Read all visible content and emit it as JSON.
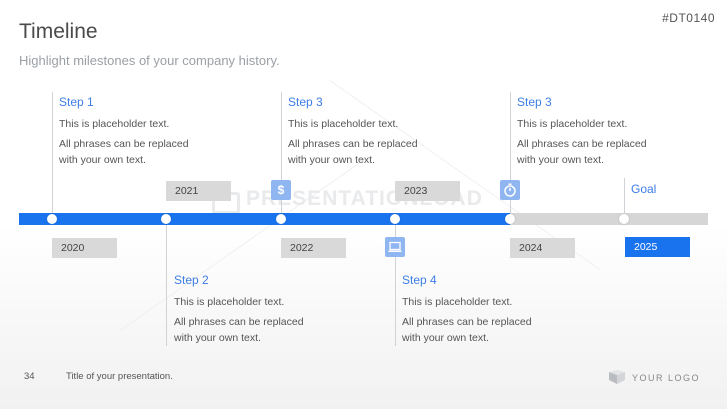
{
  "header": {
    "title": "Timeline",
    "subtitle": "Highlight milestones of your company history.",
    "code": "#DT0140"
  },
  "watermark": "PRESENTATIONLOAD",
  "steps_top": [
    {
      "title": "Step 1",
      "line1": "This is placeholder text.",
      "line2": "All phrases can be replaced with your own text."
    },
    {
      "title": "Step 3",
      "line1": "This is placeholder text.",
      "line2": "All phrases can be replaced with your own text."
    },
    {
      "title": "Step 3",
      "line1": "This is placeholder text.",
      "line2": "All phrases can be replaced with your own text."
    }
  ],
  "steps_bottom": [
    {
      "title": "Step 2",
      "line1": "This is placeholder text.",
      "line2": "All phrases can be replaced with your own text."
    },
    {
      "title": "Step 4",
      "line1": "This is placeholder text.",
      "line2": "All phrases can be replaced with your own text."
    }
  ],
  "goal_label": "Goal",
  "years": [
    "2020",
    "2021",
    "2022",
    "2023",
    "2024",
    "2025"
  ],
  "icons": [
    "dollar-icon",
    "laptop-icon",
    "stopwatch-icon"
  ],
  "colors": {
    "accent": "#1a73ee",
    "icon_bg": "#8fb6f1",
    "year_bg": "#d9d9d9",
    "track_grey": "#d6d6d6"
  },
  "footer": {
    "page_number": "34",
    "presentation_title": "Title of your presentation.",
    "logo_text": "YOUR LOGO"
  }
}
